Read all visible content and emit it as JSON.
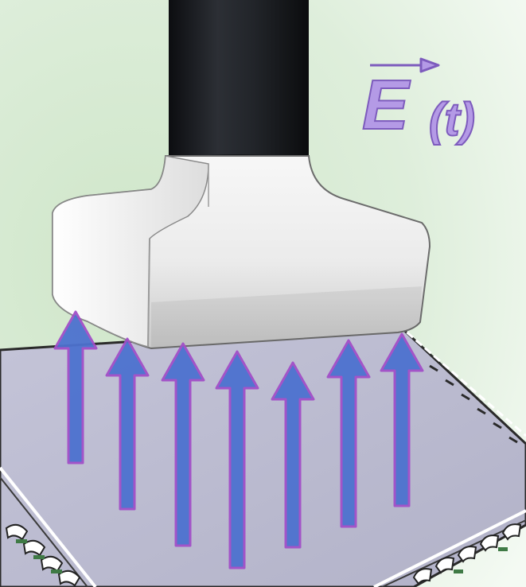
{
  "label": {
    "symbol": "E",
    "argument": "(t)",
    "vector_arrow": true
  },
  "colors": {
    "background_top": "#ffffff",
    "background_green": "#cfe6c9",
    "plate": "#babad0",
    "probe_cable": "#1e2024",
    "probe_head": "#eeeeee",
    "field_arrow_fill": "#4d72cf",
    "field_arrow_outline": "#a24fc8",
    "label_fill": "#b49ae6",
    "label_outline": "#7d5bbd"
  },
  "field_arrows": {
    "count": 7,
    "direction": "up"
  }
}
